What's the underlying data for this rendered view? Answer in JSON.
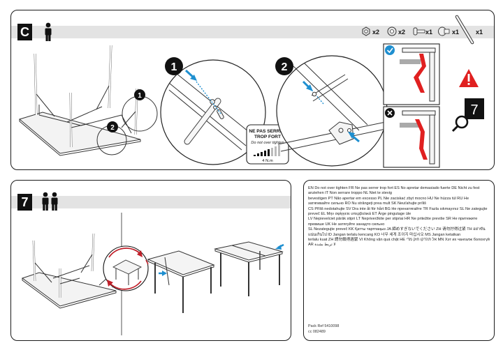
{
  "panel_c": {
    "step_letter": "C",
    "hardware": [
      {
        "icon": "nut-icon",
        "qty": "x2"
      },
      {
        "icon": "washer-icon",
        "qty": "x2"
      },
      {
        "icon": "bolt-icon",
        "qty": "x1"
      },
      {
        "icon": "cap-icon",
        "qty": "x1"
      },
      {
        "icon": "rod-icon",
        "qty": "x1"
      }
    ],
    "callouts": [
      "1",
      "2"
    ],
    "torque_label": {
      "line1": "NE PAS SERRER",
      "line2": "TROP FORT",
      "line3": "Do not over tighten",
      "value": "4 N.m"
    },
    "reference_step": "7"
  },
  "panel_7": {
    "step_number": "7"
  },
  "text_panel": {
    "warning_lines": [
      "EN Do not over tighten FR Ne pas serrer trop fort ES No apretar demasiado fuerte DE Nicht zu fest anziehen IT Non serrare troppo NL Niet te stevig",
      "bevestigen PT Não apertar em excesso PL Nie zaciskać zbyt mocno HU Ne húzza túl RU Не затягивайте сильно RO Nu strângeți prea mult SK Neuťahujte príliš",
      "CS Příliš nedotahujte SV Dra inte åt för hårt BG Не пренатягайте TR Fazla sıkmayınız SL Ne zategujte preveč EL Μην σφίγγετε υπερβολικά ET Ärge pingutage üle",
      "LV Nepievelciet pārāk stipri LT Nepriveržkite per stipriai HR Ne pritežite previše SR Не притежите превише UK Не затягуйте занадто сильно",
      "SL Nezategujte preveč KK Қатты тартпаңыз JA 締めすぎないでください ZH 请勿拧得过紧 TH อย่าขันแน่นเกินไป ID Jangan terlalu kencang KO 너무 세게 조이지 마십시오 MS Jangan ketatkan",
      "terlalu kuat ZH 請勿鎖得過緊 VI Không vặn quá chặt HE אל תהדקו חזק מדי MN Хэт их чангалж болохгүй AR لا تربط بشدة"
    ],
    "pack_ref": "Pack Ref 5410098",
    "cc_ref": "cc 082489"
  }
}
